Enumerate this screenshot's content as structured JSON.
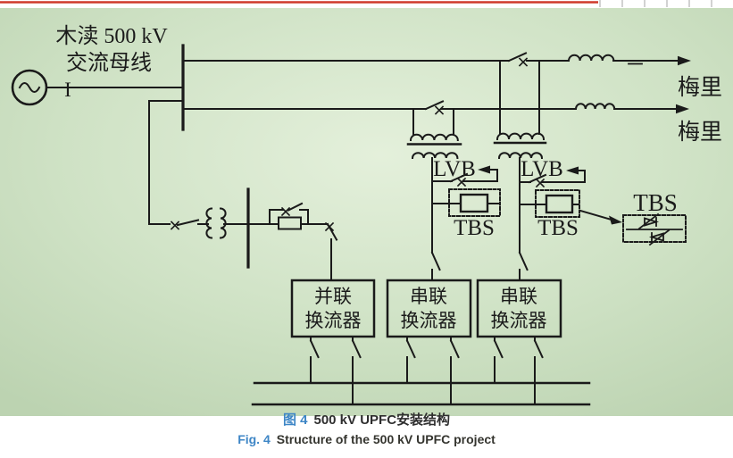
{
  "diagram": {
    "source_bus": {
      "name_line1": "木渎 500 kV",
      "name_line2": "交流母线",
      "tag": "I"
    },
    "lines": [
      {
        "label": "梅里"
      },
      {
        "label": "梅里"
      }
    ],
    "series_branches": [
      {
        "lvb_label": "LVB",
        "tbs_label": "TBS"
      },
      {
        "lvb_label": "LVB",
        "tbs_label": "TBS"
      }
    ],
    "tbs_callout": {
      "label": "TBS"
    },
    "converters": [
      {
        "name_line1": "并联",
        "name_line2": "换流器"
      },
      {
        "name_line1": "串联",
        "name_line2": "换流器"
      },
      {
        "name_line1": "串联",
        "name_line2": "换流器"
      }
    ]
  },
  "caption": {
    "zh_prefix": "图 4",
    "zh_title": "500 kV UPFC安装结构",
    "en_prefix": "Fig. 4",
    "en_title": "Structure of the 500 kV UPFC project"
  },
  "colors": {
    "background_green": "#cfe2c5",
    "line_black": "#1a1a1a",
    "caption_blue": "#3e86c6",
    "caption_dark": "#2e2e2e",
    "top_rule_red": "#cf3a2a"
  }
}
